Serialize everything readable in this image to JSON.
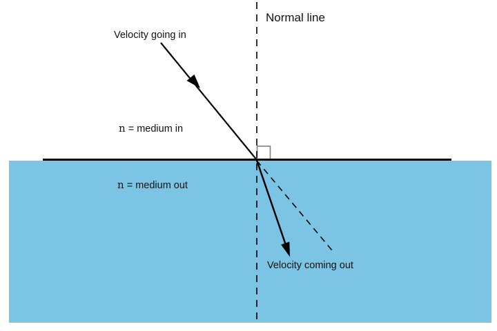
{
  "diagram": {
    "labels": {
      "normal_line": "Normal line",
      "velocity_in": "Velocity going in",
      "n_in_symbol": "n",
      "n_in_rest": " = medium in",
      "n_out_symbol": "n",
      "n_out_rest": " = medium out",
      "velocity_out": "Velocity coming out"
    },
    "colors": {
      "background": "#ffffff",
      "medium_out_fill": "#7bc4e4",
      "line_color": "#000000",
      "right_angle_color": "#7f7f7f",
      "text_color": "#111111"
    }
  }
}
